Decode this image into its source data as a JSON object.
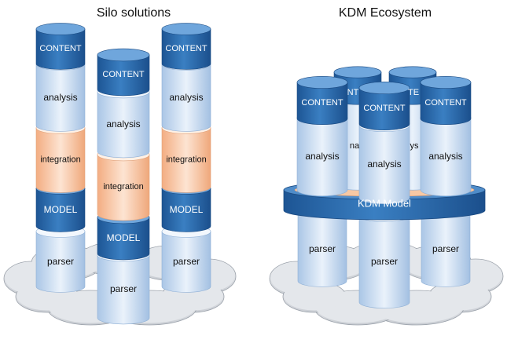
{
  "titles": {
    "left": "Silo solutions",
    "right": "KDM Ecosystem"
  },
  "labels": {
    "content": "CONTENT",
    "analysis": "analysis",
    "integration": "integration",
    "model": "MODEL",
    "parser": "parser",
    "kdm_model": "KDM Model"
  },
  "hidden_fragments": {
    "back_a": "NT",
    "back_b": "TE",
    "side_a": "na",
    "side_b": "ys"
  },
  "colors": {
    "dark_blue": "#2f6fb3",
    "light_blue": "#d3e4f5",
    "orange": "#f9cdae",
    "cloud": "#dfe2e6"
  }
}
